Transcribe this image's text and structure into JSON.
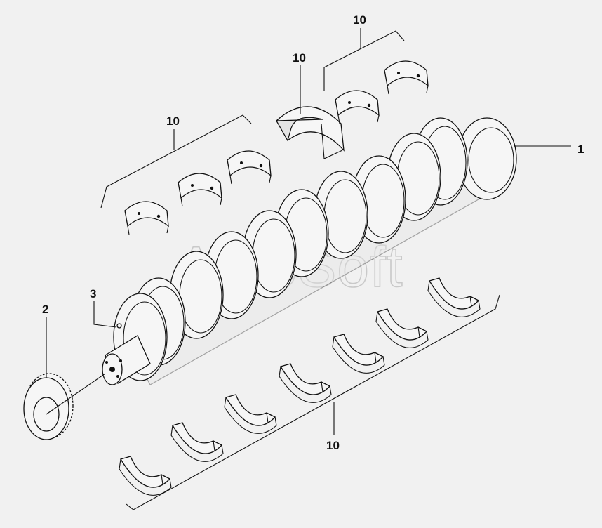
{
  "watermark": "AutoSoft",
  "callouts": {
    "c1": "1",
    "c2": "2",
    "c3": "3",
    "c10_top_right": "10",
    "c10_top_mid": "10",
    "c10_upper_left": "10",
    "c10_bottom": "10"
  },
  "icons": {
    "crankshaft": "crankshaft-icon",
    "gear": "timing-gear-icon",
    "pin": "dowel-pin-icon",
    "bearing": "bearing-shell-icon"
  },
  "colors": {
    "background": "#f1f1f1",
    "line": "#111111",
    "watermark": "#c9c9c9"
  }
}
